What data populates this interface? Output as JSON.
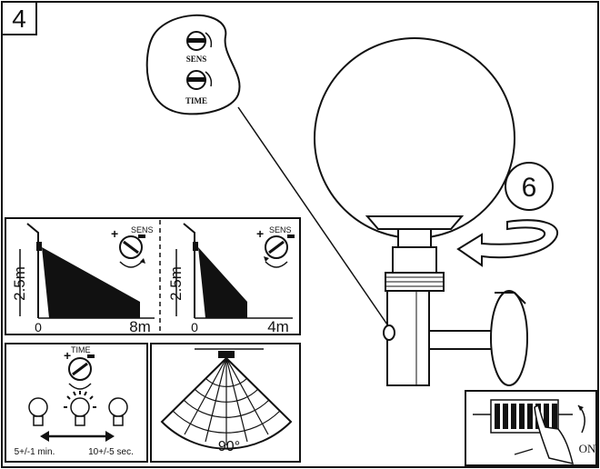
{
  "step_number": "4",
  "next_step_number": "6",
  "callout": {
    "sens_label": "SENS",
    "time_label": "TIME"
  },
  "detection_panels": [
    {
      "height_label": "2.5m",
      "origin_label": "0",
      "distance_label": "8m",
      "dial_label": "SENS",
      "plus": "+",
      "minus": "-"
    },
    {
      "height_label": "2.5m",
      "origin_label": "0",
      "distance_label": "4m",
      "dial_label": "SENS",
      "plus": "+",
      "minus": "-"
    }
  ],
  "time_panel": {
    "dial_label": "TIME",
    "plus": "+",
    "minus": "-",
    "min_label": "5+/-1 min.",
    "max_label": "10+/-5 sec."
  },
  "angle_panel": {
    "angle_label": "90°"
  },
  "breaker_panel": {
    "on_label": "ON"
  },
  "colors": {
    "line": "#111111",
    "fill": "#111111",
    "background": "#ffffff"
  }
}
